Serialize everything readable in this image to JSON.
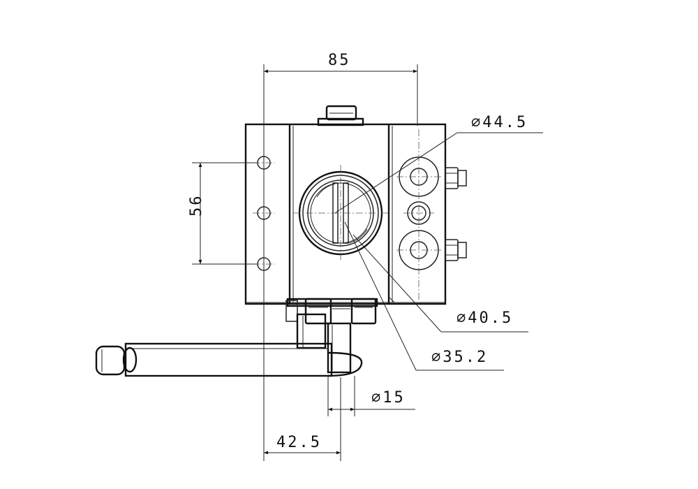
{
  "dimensions": {
    "width_overall": "85",
    "hole_spacing": "56",
    "dia_outer": "∅44.5",
    "dia_middle": "∅40.5",
    "dia_inner": "∅35.2",
    "dia_shaft": "∅15",
    "offset": "42.5"
  }
}
